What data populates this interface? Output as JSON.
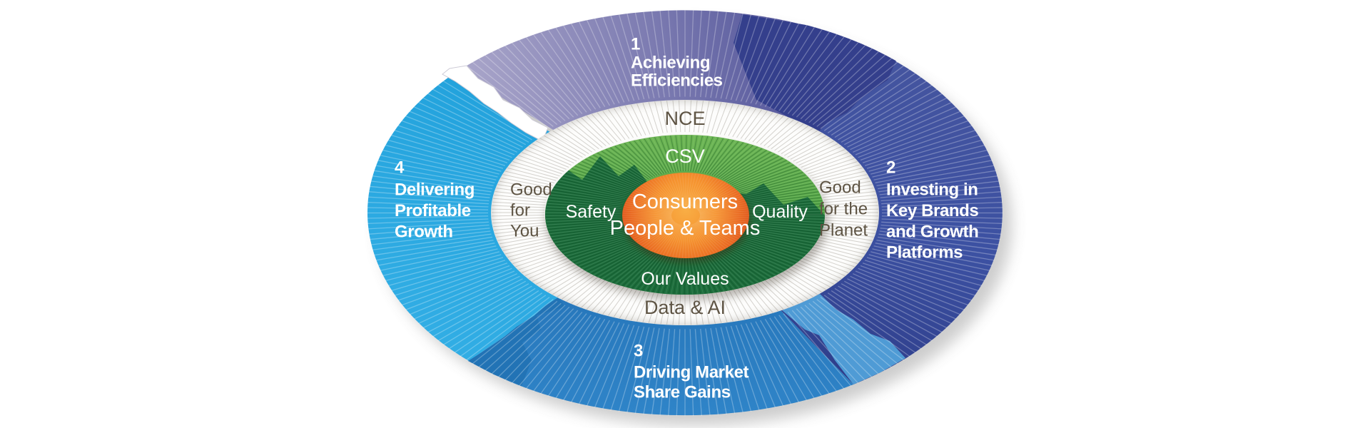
{
  "diagram": {
    "center": {
      "line1": "Consumers",
      "line2": "People & Teams"
    },
    "inner_ring": {
      "top": "CSV",
      "left": "Safety",
      "right": "Quality",
      "bottom": "Our Values"
    },
    "middle_ring": {
      "top": "NCE",
      "left_lines": [
        "Good",
        "for",
        "You"
      ],
      "right_lines": [
        "Good",
        "for the",
        "Planet"
      ],
      "bottom": "Data & AI"
    },
    "outer_segments": [
      {
        "number": "1",
        "lines": [
          "Achieving",
          "Efficiencies"
        ]
      },
      {
        "number": "2",
        "lines": [
          "Investing in",
          "Key Brands",
          "and Growth",
          "Platforms"
        ]
      },
      {
        "number": "3",
        "lines": [
          "Driving Market",
          "Share Gains"
        ]
      },
      {
        "number": "4",
        "lines": [
          "Delivering",
          "Profitable",
          "Growth"
        ]
      }
    ],
    "colors": {
      "segment1_light": "#aca8cb",
      "segment1_dark": "#3a3f8d",
      "segment2": "#3c51a0",
      "segment3": "#2d80c4",
      "segment4": "#29a8e0",
      "green_light": "#55a847",
      "green_dark": "#1d6e3c",
      "orange": "#ee7623",
      "ring_text": "#5e5444"
    }
  }
}
